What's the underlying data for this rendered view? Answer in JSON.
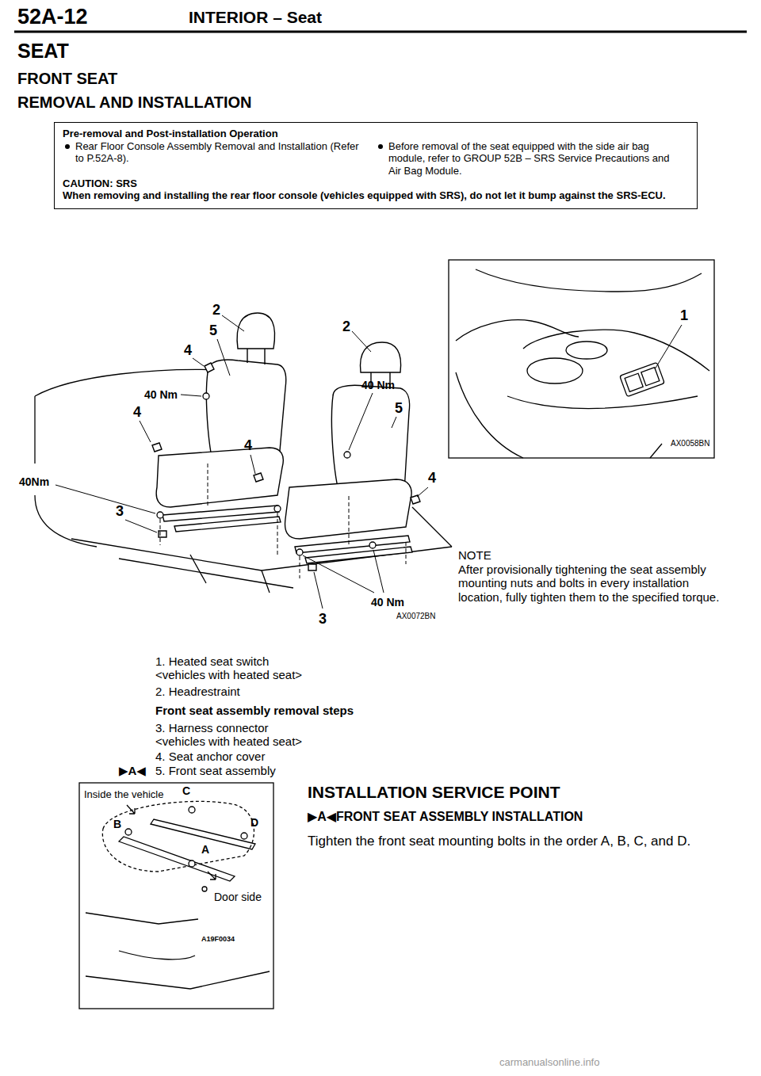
{
  "diagram": {
    "title": "SEAT",
    "nodes": [
      {
        "text": [
          "Pre-removal and Post-installation Operation",
          "Rear Floor Console Assembly Removal and Installation (Refer to P.52A-8).",
          "Before removal of the seat equipped with the side air bag module, refer to GROUP 52B – SRS Service Precautions and Air Bag Module.",
          "CAUTION: SRS",
          "When removing and installing the rear floor console (vehicles equipped with SRS), do not let it bump against the SRS-ECU."
        ]
      }
    ],
    "labels": [
      "52A-12",
      "INTERIOR – Seat",
      "FRONT SEAT",
      "REMOVAL AND INSTALLATION",
      "2",
      "5",
      "2",
      "4",
      "40 Nm",
      "4",
      "40 Nm",
      "5",
      "4",
      "40Nm",
      "4",
      "3",
      "40 Nm",
      "3",
      "AX0072BN",
      "1",
      "AX0058BN",
      "NOTE",
      "After provisionally tightening the seat assembly mounting nuts and bolts in every installation location, fully tighten them to the specified torque.",
      "1. Heated seat switch <vehicles with heated seat>",
      "2. Headrestraint",
      "Front seat assembly removal steps",
      "3. Harness connector <vehicles with heated seat>",
      "4. Seat anchor cover",
      "5. Front seat assembly",
      "▶A◀",
      "Inside the vehicle",
      "C",
      "B",
      "D",
      "A",
      "Door side",
      "A19F0034",
      "INSTALLATION SERVICE POINT",
      "▶A◀",
      "FRONT SEAT ASSEMBLY INSTALLATION",
      "Tighten the front seat mounting bolts in the order A, B, C, and D.",
      "carmanualsonline.info"
    ]
  }
}
